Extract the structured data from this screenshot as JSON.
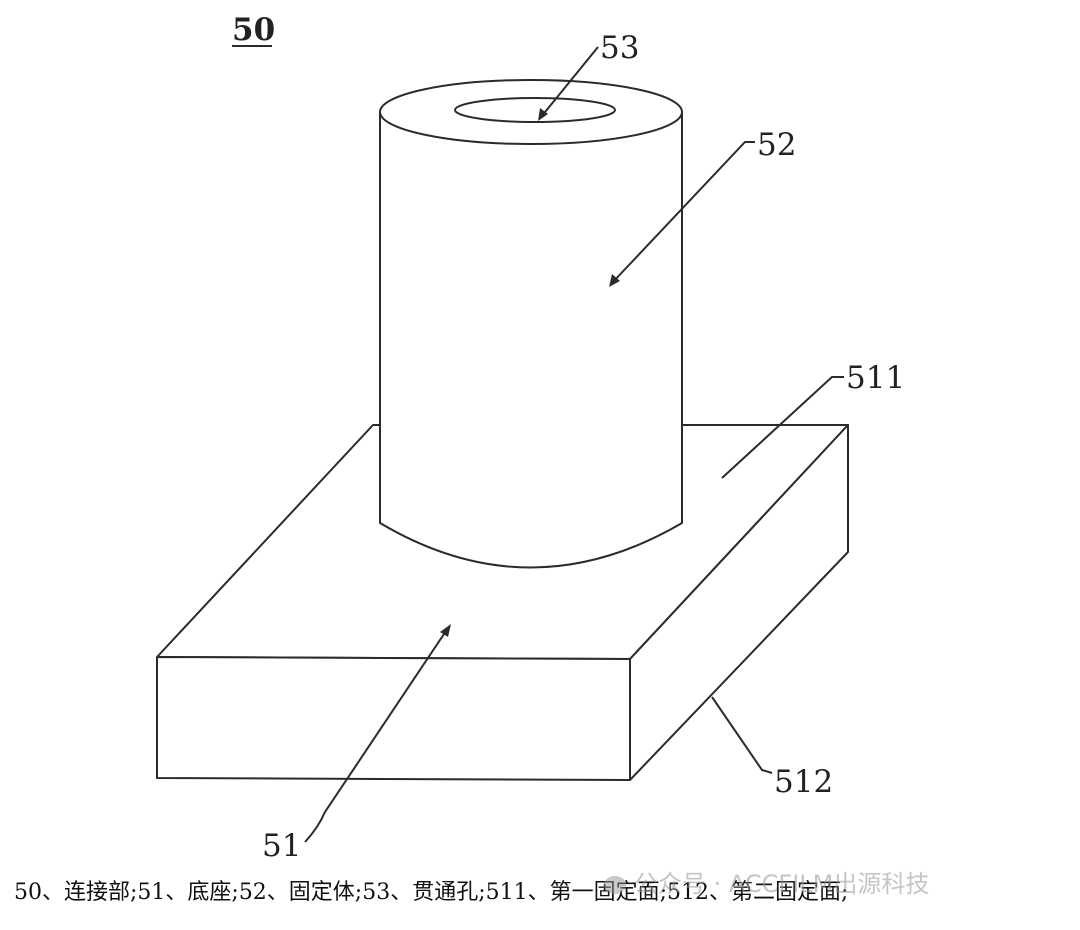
{
  "labels": {
    "assembly": "50",
    "base": "51",
    "fixing_body": "52",
    "through_hole": "53",
    "first_surface": "511",
    "second_surface": "512"
  },
  "caption": "50、连接部;51、底座;52、固定体;53、贯通孔;511、第一固定面;512、第二固定面;",
  "watermark": "公众号 · ACCFILM出源科技",
  "icons": {
    "watermark": "wechat-icon"
  }
}
